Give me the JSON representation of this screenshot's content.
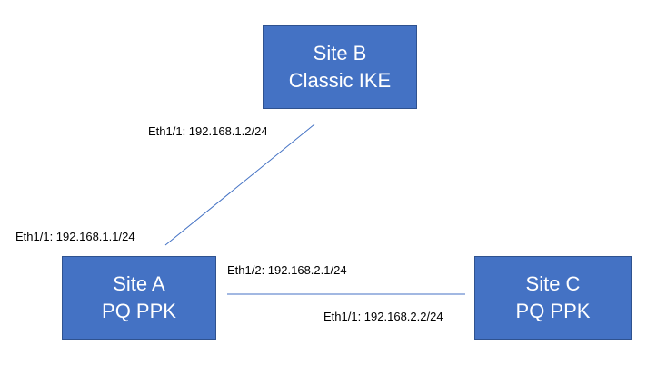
{
  "nodes": {
    "site_b": {
      "name": "Site B",
      "role": "Classic IKE"
    },
    "site_a": {
      "name": "Site A",
      "role": "PQ PPK"
    },
    "site_c": {
      "name": "Site C",
      "role": "PQ PPK"
    }
  },
  "interfaces": {
    "site_b_eth1_1": "Eth1/1: 192.168.1.2/24",
    "site_a_eth1_1": "Eth1/1: 192.168.1.1/24",
    "site_a_eth1_2": "Eth1/2: 192.168.2.1/24",
    "site_c_eth1_1": "Eth1/1: 192.168.2.2/24"
  },
  "colors": {
    "node_fill": "#4472c4",
    "node_border": "#2f528f",
    "link": "#4472c4"
  }
}
